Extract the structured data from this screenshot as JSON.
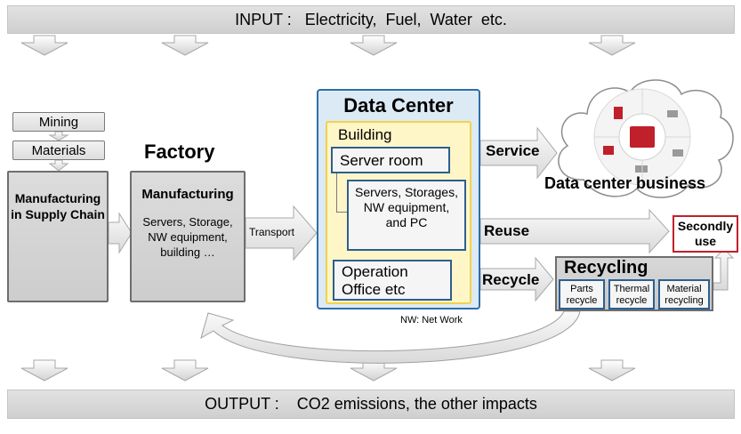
{
  "input_band": {
    "label": "INPUT :   Electricity,  Fuel,  Water  etc."
  },
  "output_band": {
    "label": "OUTPUT :    CO2 emissions, the other impacts"
  },
  "supply_chain": {
    "mining": "Mining",
    "materials": "Materials",
    "manufacturing_label": "Manufacturing in Supply Chain"
  },
  "factory": {
    "title": "Factory",
    "heading": "Manufacturing",
    "items": "Servers, Storage, NW equipment, building …"
  },
  "transport_label": "Transport",
  "data_center": {
    "title": "Data Center",
    "building": "Building",
    "server_room": "Server room",
    "equipment": "Servers, Storages, NW equipment, and PC",
    "operation_office": "Operation Office etc"
  },
  "nw_note": "NW: Net Work",
  "flows": {
    "service": "Service",
    "reuse": "Reuse",
    "recycle": "Recycle"
  },
  "business": {
    "label": "Data center business"
  },
  "secondly_use": "Secondly use",
  "recycling": {
    "title": "Recycling",
    "parts": "Parts recycle",
    "thermal": "Thermal recycle",
    "material": "Material recycling"
  },
  "colors": {
    "dc_blue": "#2e6ea6",
    "building_yellow": "#fff6c8",
    "secondly_red": "#c0202a",
    "arrow_grey": "#e9e9e9"
  }
}
